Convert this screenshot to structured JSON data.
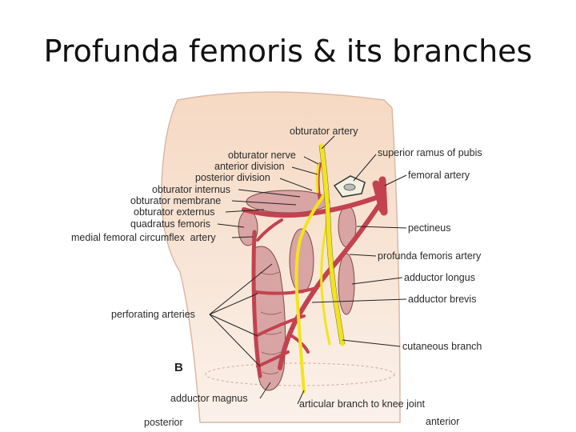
{
  "title": "Profunda femoris & its branches",
  "figure": {
    "panel_letter": "B",
    "labels": {
      "obturator_artery": "obturator artery",
      "superior_ramus_of_pubis": "superior ramus of pubis",
      "obturator_nerve": "obturator nerve",
      "anterior_division": "anterior division",
      "posterior_division": "posterior division",
      "femoral_artery": "femoral artery",
      "obturator_internus": "obturator internus",
      "obturator_membrane": "obturator membrane",
      "obturator_externus": "obturator externus",
      "quadratus_femoris": "quadratus femoris",
      "medial_femoral_circumflex_artery": "medial femoral circumflex  artery",
      "pectineus": "pectineus",
      "profunda_femoris_artery": "profunda femoris artery",
      "adductor_longus": "adductor longus",
      "adductor_brevis": "adductor brevis",
      "perforating_arteries": "perforating arteries",
      "cutaneous_branch": "cutaneous branch",
      "adductor_magnus": "adductor magnus",
      "articular_branch_to_knee_joint": "articular branch to knee joint",
      "posterior": "posterior",
      "anterior": "anterior"
    },
    "colors": {
      "skin": "#f6dcc8",
      "artery": "#c2434f",
      "nerve": "#f2e41c",
      "muscle": "#d9a4a4",
      "bone": "#f4f0e0"
    }
  }
}
